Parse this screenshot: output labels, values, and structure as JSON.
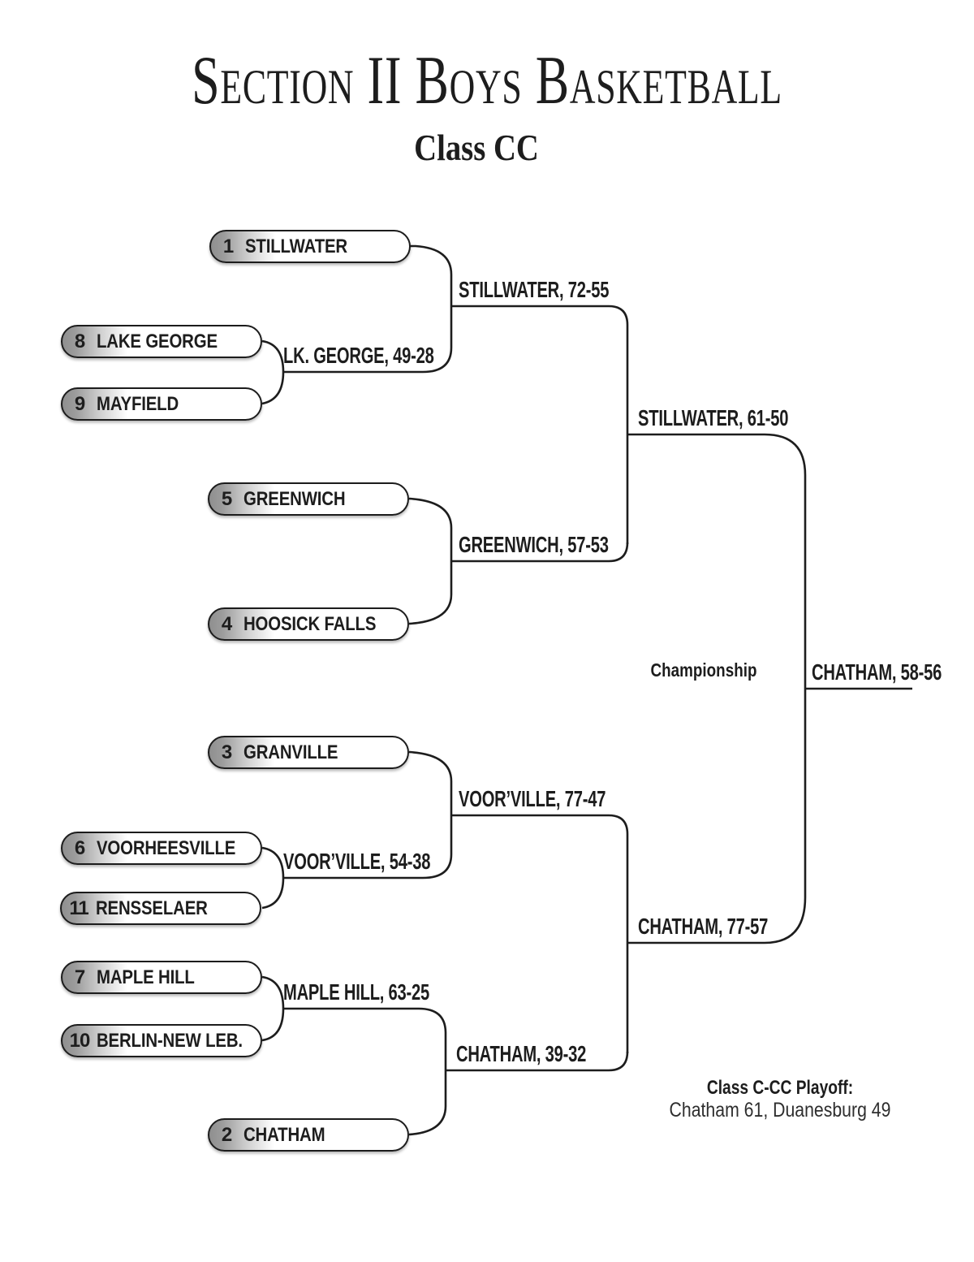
{
  "header": {
    "title": "Section II Boys Basketball",
    "subtitle": "Class CC"
  },
  "bracket": {
    "teams": [
      {
        "seed": "1",
        "name": "STILLWATER"
      },
      {
        "seed": "8",
        "name": "LAKE GEORGE"
      },
      {
        "seed": "9",
        "name": "MAYFIELD"
      },
      {
        "seed": "5",
        "name": "GREENWICH"
      },
      {
        "seed": "4",
        "name": "HOOSICK FALLS"
      },
      {
        "seed": "3",
        "name": "GRANVILLE"
      },
      {
        "seed": "6",
        "name": "VOORHEESVILLE"
      },
      {
        "seed": "11",
        "name": "RENSSELAER"
      },
      {
        "seed": "7",
        "name": "MAPLE HILL"
      },
      {
        "seed": "10",
        "name": "BERLIN-NEW LEB."
      },
      {
        "seed": "2",
        "name": "CHATHAM"
      }
    ],
    "results": [
      {
        "text": "STILLWATER, 72-55"
      },
      {
        "text": "LK. GEORGE, 49-28"
      },
      {
        "text": "GREENWICH, 57-53"
      },
      {
        "text": "STILLWATER, 61-50"
      },
      {
        "text": "CHATHAM, 58-56"
      },
      {
        "text": "VOOR’VILLE, 77-47"
      },
      {
        "text": "VOOR’VILLE, 54-38"
      },
      {
        "text": "CHATHAM, 77-57"
      },
      {
        "text": "MAPLE HILL, 63-25"
      },
      {
        "text": "CHATHAM, 39-32"
      }
    ],
    "championship_label": "Championship",
    "playoff_note": {
      "title": "Class C-CC Playoff:",
      "body": "Chatham 61, Duanesburg 49"
    }
  },
  "colors": {
    "background": "#ffffff",
    "ink": "#1d1d1d",
    "seed_gradient_start": "#8f8f8f"
  }
}
